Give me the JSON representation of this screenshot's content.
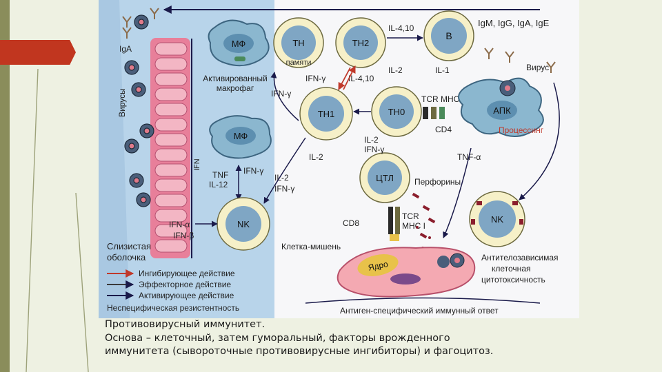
{
  "diagram": {
    "labels": {
      "iga": "IgA",
      "viruses": "Вирусы",
      "mf1": "МФ",
      "mf2": "МФ",
      "activated_macrophage_1": "Активированный",
      "activated_macrophage_2": "макрофаг",
      "ifn_gamma_1": "IFN-γ",
      "ifn_gamma_2": "IFN-γ",
      "ifn_gamma_3": "IFN-γ",
      "ifn_gamma_4": "IFN-γ",
      "ifn_gamma_5": "IFN-γ",
      "th_memory_cell": "TH",
      "memory": "памяти",
      "th2": "TH2",
      "th1": "TH1",
      "th0": "TH0",
      "b_cell": "B",
      "il_4_10_a": "IL-4,10",
      "il_4_10_b": "IL-4,10",
      "il_2_a": "IL-2",
      "il_2_b": "IL-2",
      "il_2_c": "IL-2",
      "il_2_d": "IL-2",
      "il_1": "IL-1",
      "immunoglobulins": "IgM, IgG, IgA, IgE",
      "virus": "Вирус",
      "apc": "АПК",
      "tcr_mhc2": "TCR MHC II",
      "cd4": "CD4",
      "processing": "Процессинг",
      "tnf_alpha_1": "TNF-α",
      "tnf": "TNF",
      "il_12": "IL-12",
      "ifn_label": "IFN",
      "ctl": "ЦТЛ",
      "perforins": "Перфорины",
      "nk1": "NK",
      "nk2": "NK",
      "ifn_alpha": "IFN-α",
      "ifn_beta": "IFN-β",
      "cd8": "CD8",
      "tcr": "TCR",
      "mhc1": "MHC I",
      "target_cell": "Клетка-мишень",
      "nucleus": "Ядро",
      "mucosa_1": "Слизистая",
      "mucosa_2": "оболочка",
      "adcc_1": "Антителозависимая",
      "adcc_2": "клеточная",
      "adcc_3": "цитотоксичность",
      "antigen_specific": "Антиген-специфический иммунный ответ"
    },
    "legend": [
      {
        "label": "Ингибирующее действие",
        "color": "#c0392b"
      },
      {
        "label": "Эффекторное действие",
        "color": "#3a3a3a"
      },
      {
        "label": "Активирующее действие",
        "color": "#1a1a4a"
      },
      {
        "label": "Неспецифическая резистентность",
        "color": "#b8d4ea"
      }
    ],
    "colors": {
      "nonspecific_zone": "#b8d4ea",
      "cell_nucleus": "#7fa6c4",
      "cell_body": "#f6f0c8",
      "mucosa": "#e87f9a",
      "target_cell": "#f4a9b2",
      "inhibit": "#c0392b"
    }
  },
  "caption": {
    "line1": "Противовирусный иммунитет.",
    "line2": "Основа – клеточный, затем гуморальный, факторы врожденного",
    "line3": "иммунитета (сывороточные противовирусные ингибиторы) и фагоцитоз."
  }
}
